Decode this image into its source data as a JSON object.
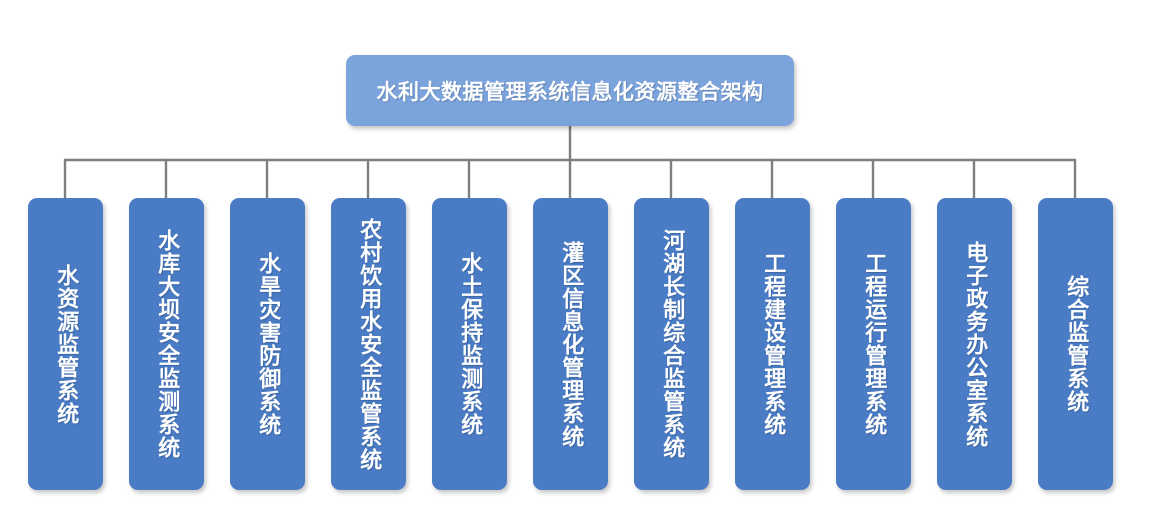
{
  "diagram": {
    "type": "organization-chart",
    "orientation": "top-down",
    "title": "水利大数据管理系统信息化资源整合架构",
    "background_color": "#FFFFFF",
    "root": {
      "label": "水利大数据管理系统信息化资源整合架构",
      "fill_color": "#7BA3DC",
      "text_color": "#FFFFFF"
    },
    "connector": {
      "color": "#7F7F7F",
      "style": "elbow-bus"
    },
    "children_style": {
      "fill_color": "#4A7CC6",
      "text_color": "#FFFFFF",
      "text_direction": "vertical"
    },
    "children": [
      {
        "label": "水资源监管系统"
      },
      {
        "label": "水库大坝安全监测系统"
      },
      {
        "label": "水旱灾害防御系统"
      },
      {
        "label": "农村饮用水安全监管系统"
      },
      {
        "label": "水土保持监测系统"
      },
      {
        "label": "灌区信息化管理系统"
      },
      {
        "label": "河湖长制综合监管系统"
      },
      {
        "label": "工程建设管理系统"
      },
      {
        "label": "工程运行管理系统"
      },
      {
        "label": "电子政务办公室系统"
      },
      {
        "label": "综合监管系统"
      }
    ]
  }
}
